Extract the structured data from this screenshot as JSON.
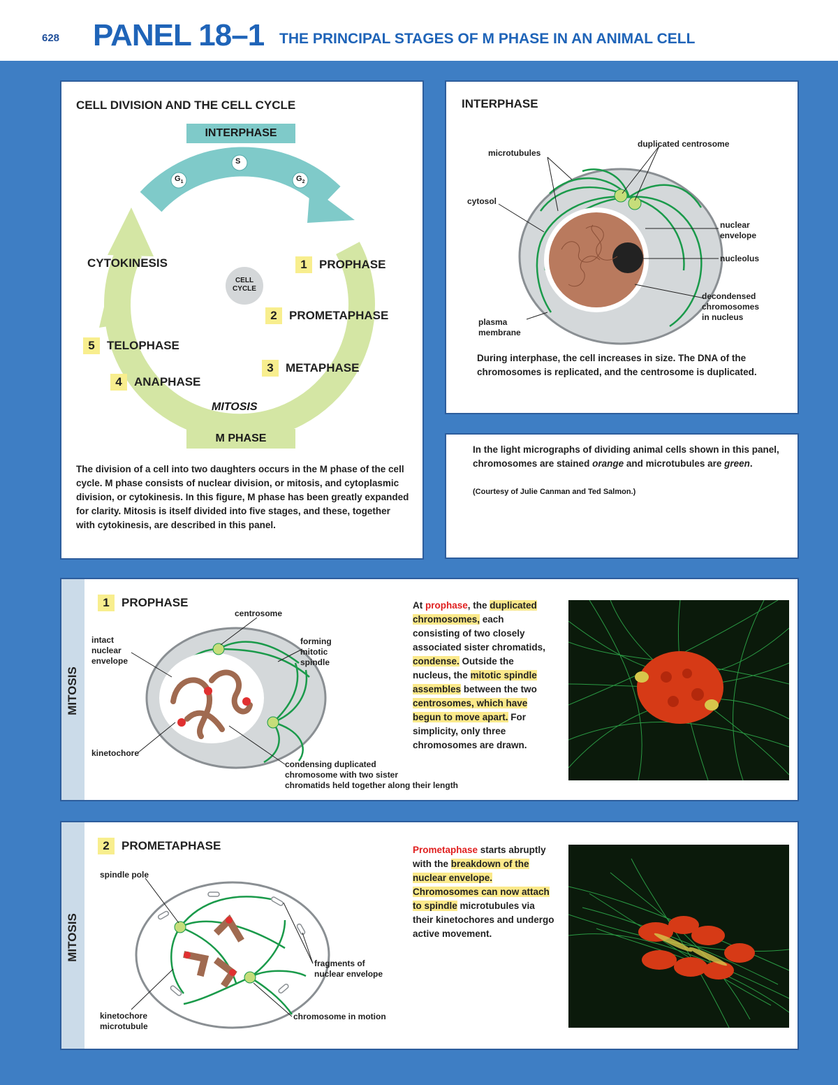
{
  "header": {
    "page_number": "628",
    "panel": "PANEL 18–1",
    "title": "THE PRINCIPAL STAGES OF M PHASE IN AN ANIMAL CELL"
  },
  "cycle_box": {
    "title": "CELL DIVISION AND THE CELL CYCLE",
    "interphase": "INTERPHASE",
    "s": "S",
    "g1": "G",
    "g1_sub": "1",
    "g2": "G",
    "g2_sub": "2",
    "center_l1": "CELL",
    "center_l2": "CYCLE",
    "cytokinesis": "CYTOKINESIS",
    "mitosis": "MITOSIS",
    "m_phase": "M PHASE",
    "stages": [
      {
        "num": "1",
        "label": "PROPHASE"
      },
      {
        "num": "2",
        "label": "PROMETAPHASE"
      },
      {
        "num": "3",
        "label": "METAPHASE"
      },
      {
        "num": "4",
        "label": "ANAPHASE"
      },
      {
        "num": "5",
        "label": "TELOPHASE"
      }
    ],
    "caption": "The division of a cell into two daughters occurs in the M phase of the cell cycle. M phase consists of nuclear division, or mitosis, and cytoplasmic division, or cytokinesis. In this figure, M phase has been greatly expanded for clarity. Mitosis is itself divided into five stages, and these, together with cytokinesis, are described in this panel."
  },
  "interphase_box": {
    "title": "INTERPHASE",
    "labels": {
      "microtubules": "microtubules",
      "duplicated_centrosome": "duplicated centrosome",
      "cytosol": "cytosol",
      "nuclear_envelope_1": "nuclear",
      "nuclear_envelope_2": "envelope",
      "nucleolus": "nucleolus",
      "decondensed_1": "decondensed",
      "decondensed_2": "chromosomes",
      "decondensed_3": "in nucleus",
      "plasma_1": "plasma",
      "plasma_2": "membrane"
    },
    "caption": "During interphase, the cell increases in size. The DNA of the chromosomes is replicated, and the centrosome is duplicated."
  },
  "note_box": {
    "line_a": "In the light micrographs of dividing animal cells shown in this panel, chromosomes are stained ",
    "orange": "orange",
    "line_b": " and microtubules are ",
    "green": "green",
    "line_c": ".",
    "credit": "(Courtesy of Julie Canman and Ted Salmon.)"
  },
  "prophase_box": {
    "side": "MITOSIS",
    "num": "1",
    "title": "PROPHASE",
    "labels": {
      "centrosome": "centrosome",
      "intact_1": "intact",
      "intact_2": "nuclear",
      "intact_3": "envelope",
      "forming_1": "forming",
      "forming_2": "mitotic",
      "forming_3": "spindle",
      "kinetochore": "kinetochore",
      "condensing_1": "condensing duplicated",
      "condensing_2": "chromosome with two sister",
      "condensing_3": "chromatids held together along their length"
    },
    "text": {
      "t1": "At ",
      "t2": "prophase",
      "t3": ", the ",
      "t4": "duplicated chromosomes,",
      "t5": " each consisting of two closely associated sister chromatids,",
      "t6": " condense.",
      "t7": " Outside the nucleus, the ",
      "t8": "mitotic spindle assembles",
      "t9": " between the two ",
      "t10": "centrosomes, which have begun to move apart.",
      "t11": " For simplicity, only three chromosomes are drawn."
    }
  },
  "prometaphase_box": {
    "side": "MITOSIS",
    "num": "2",
    "title": "PROMETAPHASE",
    "labels": {
      "spindle_pole": "spindle pole",
      "fragments_1": "fragments of",
      "fragments_2": "nuclear envelope",
      "kinetochore_1": "kinetochore",
      "kinetochore_2": "microtubule",
      "chrom_motion": "chromosome in motion"
    },
    "text": {
      "t1": "Prometaphase",
      "t2": " starts abruptly with the ",
      "t3": "breakdown of the nuclear envelope. Chromosomes can now attach to spindle",
      "t4": " microtubules via their kinetochores and undergo active movement."
    }
  },
  "colors": {
    "blue_bg": "#3e7ec4",
    "title_blue": "#1f64b8",
    "interphase_teal": "#7fcac9",
    "mphase_green": "#d4e6a4",
    "num_yellow": "#f8ee8e",
    "highlight": "#fbe98a",
    "red_term": "#e02020",
    "microtubule_green": "#1a9a4a",
    "chromatin_brown": "#b97a5e"
  }
}
